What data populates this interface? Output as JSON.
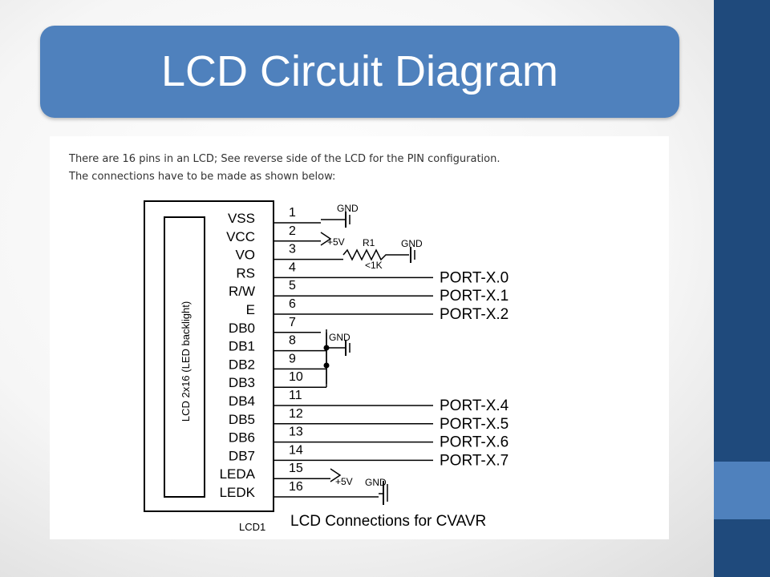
{
  "slide": {
    "title": "LCD Circuit Diagram"
  },
  "intro": {
    "line1": "There are 16 pins in an LCD; See reverse side of the LCD for the PIN configuration.",
    "line2": "The connections have to be made as shown below:"
  },
  "diagram": {
    "lcd_label": "LCD 2x16 (LED backlight)",
    "part_ref": "LCD1",
    "caption": "LCD Connections for CVAVR",
    "pins": [
      {
        "num": "1",
        "name": "VSS"
      },
      {
        "num": "2",
        "name": "VCC"
      },
      {
        "num": "3",
        "name": "VO"
      },
      {
        "num": "4",
        "name": "RS"
      },
      {
        "num": "5",
        "name": "R/W"
      },
      {
        "num": "6",
        "name": "E"
      },
      {
        "num": "7",
        "name": "DB0"
      },
      {
        "num": "8",
        "name": "DB1"
      },
      {
        "num": "9",
        "name": "DB2"
      },
      {
        "num": "10",
        "name": "DB3"
      },
      {
        "num": "11",
        "name": "DB4"
      },
      {
        "num": "12",
        "name": "DB5"
      },
      {
        "num": "13",
        "name": "DB6"
      },
      {
        "num": "14",
        "name": "DB7"
      },
      {
        "num": "15",
        "name": "LEDA"
      },
      {
        "num": "16",
        "name": "LEDK"
      }
    ],
    "ports": {
      "p4": "PORT-X.0",
      "p5": "PORT-X.1",
      "p6": "PORT-X.2",
      "p11": "PORT-X.4",
      "p12": "PORT-X.5",
      "p13": "PORT-X.6",
      "p14": "PORT-X.7"
    },
    "labels": {
      "gnd": "GND",
      "plus5v": "+5V",
      "r1": "R1",
      "r1_value": "<1K"
    }
  }
}
